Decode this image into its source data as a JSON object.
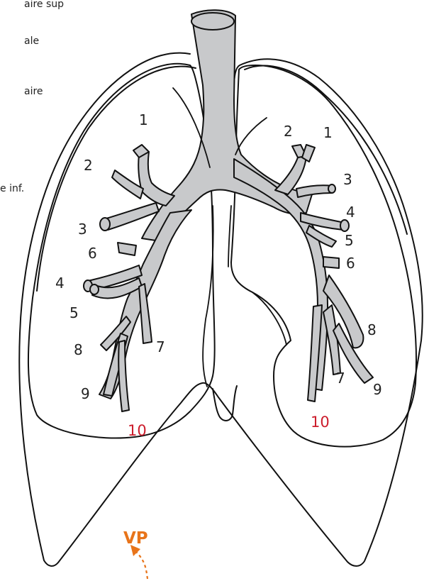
{
  "side_labels": {
    "top": "aire sup",
    "upper_mid": "ale",
    "mid": "aire",
    "lower": "e inf."
  },
  "right_lung_numbers": [
    "1",
    "2",
    "3",
    "6",
    "4",
    "5",
    "8",
    "7",
    "9"
  ],
  "right_lung_ten": "10",
  "left_lung_numbers": [
    "2",
    "1",
    "3",
    "4",
    "5",
    "6",
    "8",
    "7",
    "9"
  ],
  "left_lung_ten": "10",
  "vp_label": "VP",
  "colors": {
    "airway_fill": "#c8c9cb",
    "segment_ten": "#cc1d2c",
    "vp": "#e8741a"
  }
}
